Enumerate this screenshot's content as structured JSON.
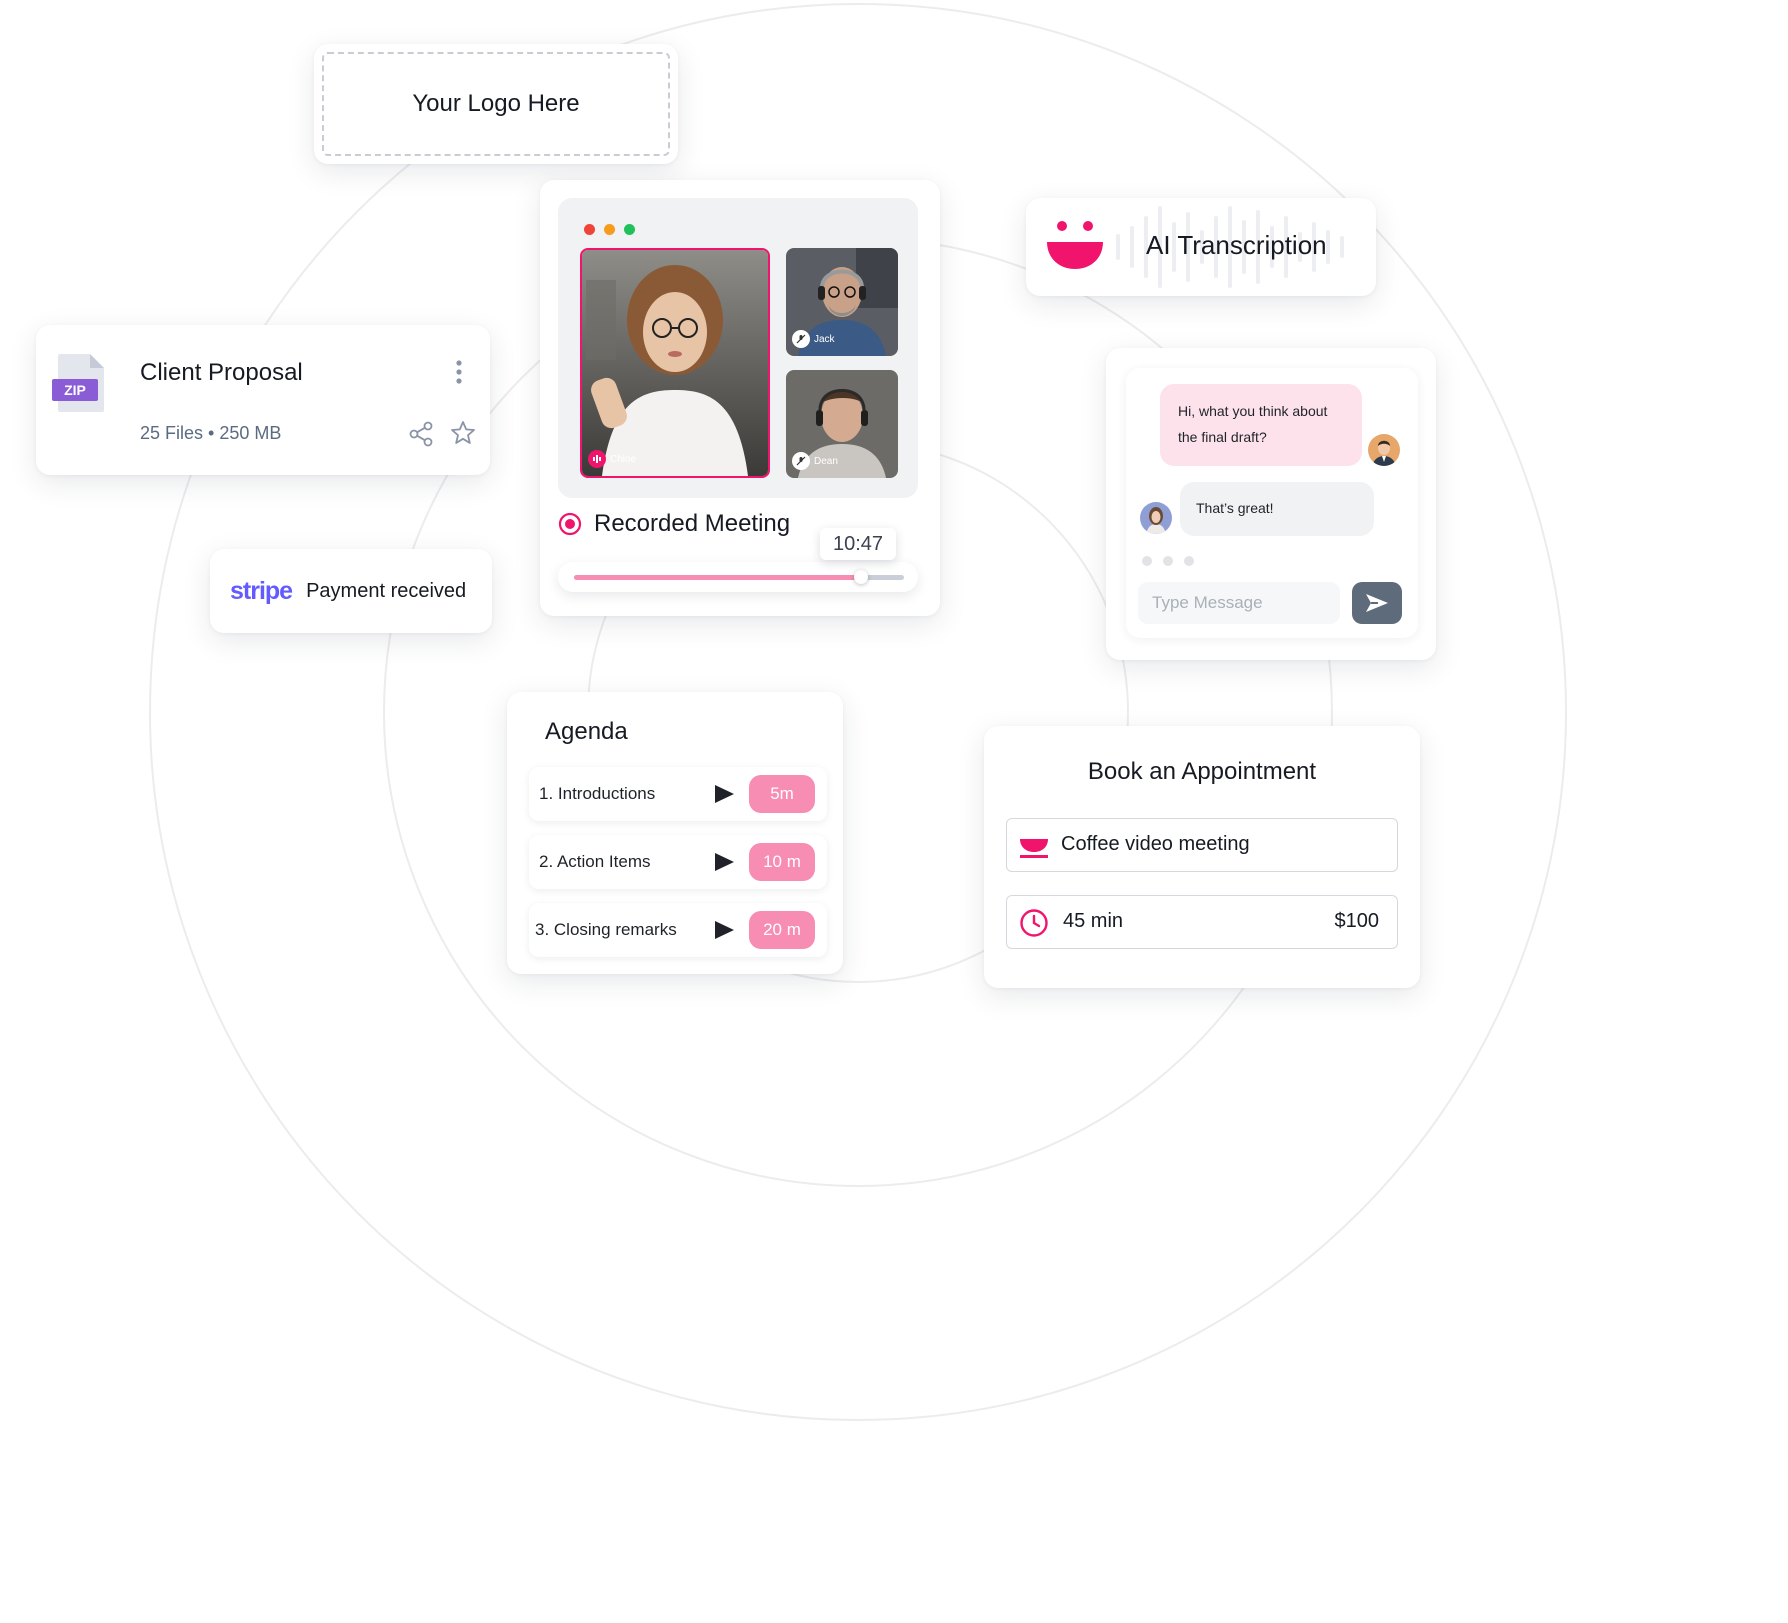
{
  "logo": {
    "placeholder_text": "Your Logo Here"
  },
  "client_proposal": {
    "file_type": "ZIP",
    "title": "Client Proposal",
    "meta": "25 Files • 250 MB",
    "icons": [
      "zip-file-icon",
      "kebab-menu-icon",
      "share-icon",
      "star-icon"
    ]
  },
  "stripe": {
    "brand": "stripe",
    "message": "Payment received"
  },
  "meeting": {
    "window_dots": [
      "#ef4438",
      "#f79b1c",
      "#22c05a"
    ],
    "participants": [
      {
        "name": "Chloe"
      },
      {
        "name": "Jack"
      },
      {
        "name": "Dean"
      }
    ],
    "recording_label": "Recorded Meeting",
    "timestamp": "10:47",
    "progress": 0.87
  },
  "ai_transcription": {
    "title": "AI Transcription"
  },
  "chat": {
    "incoming": "Hi, what you think about the final draft?",
    "reply": "That’s great!",
    "input_placeholder": "Type Message"
  },
  "agenda": {
    "title": "Agenda",
    "items": [
      {
        "label": "1. Introductions",
        "duration": "5m"
      },
      {
        "label": "2. Action Items",
        "duration": "10 m"
      },
      {
        "label": "3. Closing remarks",
        "duration": "20 m"
      }
    ]
  },
  "appointment": {
    "title": "Book an Appointment",
    "meeting_type": "Coffee video meeting",
    "duration": "45 min",
    "price": "$100"
  },
  "colors": {
    "accent": "#f0146c",
    "pink_pill": "#f78db2",
    "pink_bubble": "#fde2ec",
    "stripe": "#635bff",
    "zip_purple": "#8a5cd6"
  }
}
